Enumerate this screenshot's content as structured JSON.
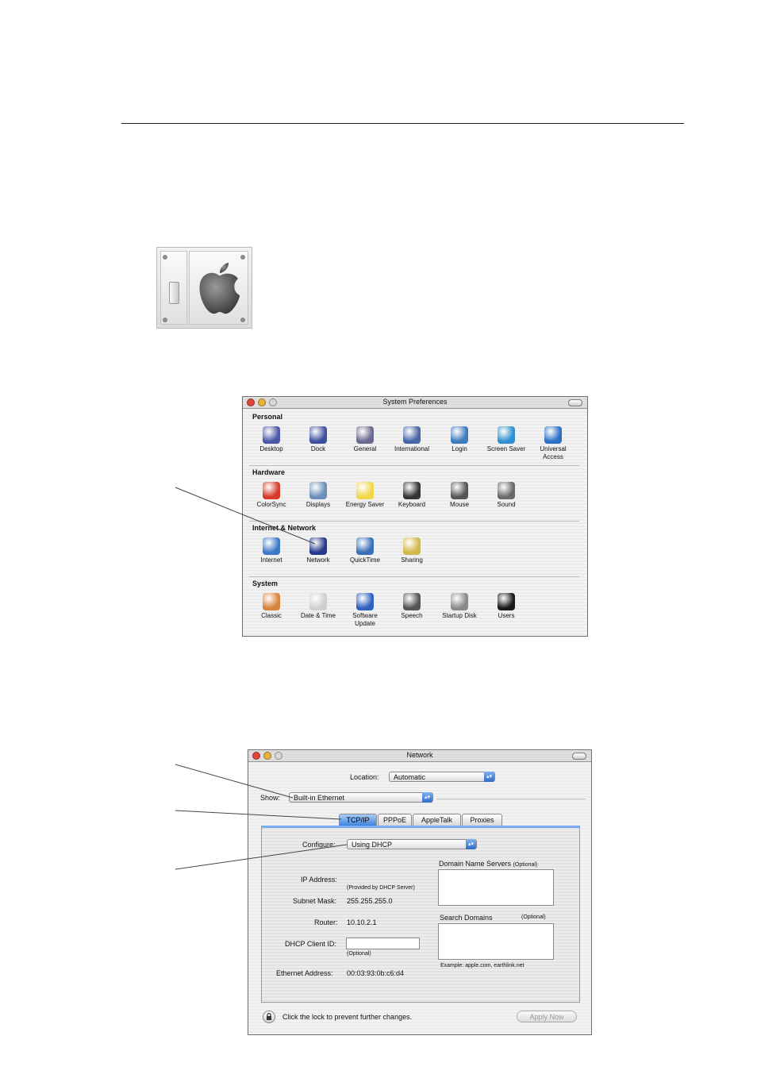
{
  "sysprefs_window": {
    "title": "System Preferences",
    "sections": [
      {
        "title": "Personal",
        "items": [
          {
            "label": "Desktop",
            "icon": "desktop-icon",
            "color": "#4d57a8"
          },
          {
            "label": "Dock",
            "icon": "dock-icon",
            "color": "#3f4fa0"
          },
          {
            "label": "General",
            "icon": "general-icon",
            "color": "#6a6a90"
          },
          {
            "label": "International",
            "icon": "international-icon",
            "color": "#4766a6"
          },
          {
            "label": "Login",
            "icon": "login-icon",
            "color": "#3f7ac0"
          },
          {
            "label": "Screen Saver",
            "icon": "screen-saver-icon",
            "color": "#2f8fd0"
          },
          {
            "label": "Universal\nAccess",
            "icon": "universal-access-icon",
            "color": "#2b6fc7"
          }
        ]
      },
      {
        "title": "Hardware",
        "items": [
          {
            "label": "ColorSync",
            "icon": "colorsync-icon",
            "color": "#d83a2a"
          },
          {
            "label": "Displays",
            "icon": "displays-icon",
            "color": "#6c8db8"
          },
          {
            "label": "Energy Saver",
            "icon": "energy-saver-icon",
            "color": "#f2d64a"
          },
          {
            "label": "Keyboard",
            "icon": "keyboard-icon",
            "color": "#333333"
          },
          {
            "label": "Mouse",
            "icon": "mouse-icon",
            "color": "#555555"
          },
          {
            "label": "Sound",
            "icon": "sound-icon",
            "color": "#6a6a6a"
          }
        ]
      },
      {
        "title": "Internet & Network",
        "items": [
          {
            "label": "Internet",
            "icon": "internet-icon",
            "color": "#3d78c8"
          },
          {
            "label": "Network",
            "icon": "network-icon",
            "color": "#243a8a"
          },
          {
            "label": "QuickTime",
            "icon": "quicktime-icon",
            "color": "#3a6fb8"
          },
          {
            "label": "Sharing",
            "icon": "sharing-icon",
            "color": "#d2b84a"
          }
        ]
      },
      {
        "title": "System",
        "items": [
          {
            "label": "Classic",
            "icon": "classic-icon",
            "color": "#d8843a"
          },
          {
            "label": "Date & Time",
            "icon": "date-time-icon",
            "color": "#cfcfcf"
          },
          {
            "label": "Software\nUpdate",
            "icon": "software-update-icon",
            "color": "#2f62c0"
          },
          {
            "label": "Speech",
            "icon": "speech-icon",
            "color": "#555555"
          },
          {
            "label": "Startup Disk",
            "icon": "startup-disk-icon",
            "color": "#8a8a8a"
          },
          {
            "label": "Users",
            "icon": "users-icon",
            "color": "#1a1a1a"
          }
        ]
      }
    ]
  },
  "network_window": {
    "title": "Network",
    "location_label": "Location:",
    "location_value": "Automatic",
    "show_label": "Show:",
    "show_value": "Built-in Ethernet",
    "tabs": [
      "TCP/IP",
      "PPPoE",
      "AppleTalk",
      "Proxies"
    ],
    "active_tab": "TCP/IP",
    "configure_label": "Configure:",
    "configure_value": "Using DHCP",
    "ip_address_label": "IP Address:",
    "ip_provided_note": "(Provided by DHCP Server)",
    "subnet_mask_label": "Subnet Mask:",
    "subnet_mask_value": "255.255.255.0",
    "router_label": "Router:",
    "router_value": "10.10.2.1",
    "dhcp_client_id_label": "DHCP Client ID:",
    "dhcp_client_id_value": "",
    "optional_note": "(Optional)",
    "ethernet_address_label": "Ethernet Address:",
    "ethernet_address_value": "00:03:93:0b:c6:d4",
    "dns_label": "Domain Name Servers",
    "dns_optional": "(Optional)",
    "search_domains_label": "Search Domains",
    "search_domains_optional": "(Optional)",
    "example_text": "Example: apple.com, earthlink.net",
    "lock_text": "Click the lock to prevent further changes.",
    "apply_button": "Apply Now"
  },
  "colors": {
    "aqua_blue": "#3f82dd",
    "close_red": "#e2453c",
    "minimize_yellow": "#e8b33a",
    "zoom_gray": "#d8d8d8"
  }
}
